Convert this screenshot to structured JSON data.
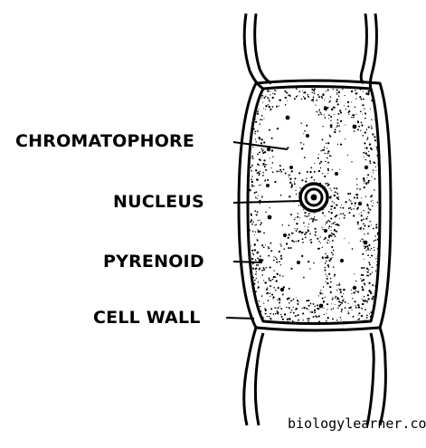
{
  "labels": {
    "chromatophore": "CHROMATOPHORE",
    "nucleus": "NUCLEUS",
    "pyrenoid": "PYRENOID",
    "cell_wall": "CELL WALL"
  },
  "watermark": "biologylearner.com",
  "colors": {
    "ink": "#000000",
    "background": "#ffffff"
  }
}
